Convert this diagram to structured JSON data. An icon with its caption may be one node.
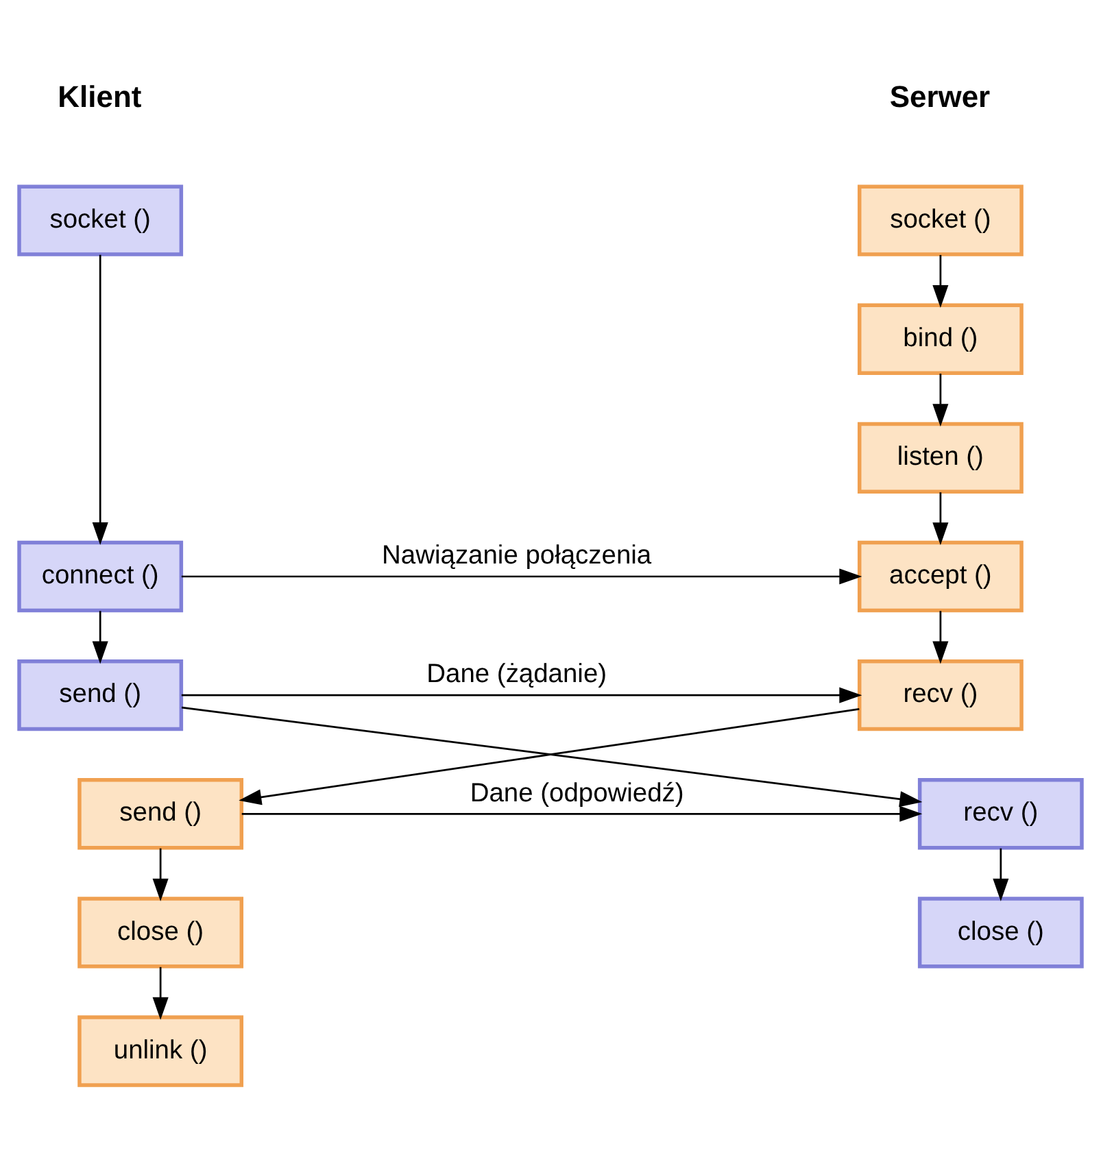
{
  "diagram": {
    "nodes": [
      {
        "text": [
          "socket ()"
        ]
      },
      {
        "text": [
          "bind ()"
        ]
      },
      {
        "text": [
          "listen ()"
        ]
      },
      {
        "text": [
          "accept ()"
        ]
      },
      {
        "text": [
          "recv ()"
        ]
      },
      {
        "text": [
          "send ()"
        ]
      },
      {
        "text": [
          "close ()"
        ]
      },
      {
        "text": [
          "unlink ()"
        ]
      },
      {
        "text": [
          "socket ()"
        ]
      },
      {
        "text": [
          "connect ()"
        ]
      },
      {
        "text": [
          "send ()"
        ]
      },
      {
        "text": [
          "recv ()"
        ]
      },
      {
        "text": [
          "close ()"
        ]
      }
    ],
    "edges": [
      {
        "from": 0,
        "to": 1,
        "arrow": "to"
      },
      {
        "from": 1,
        "to": 2,
        "arrow": "to"
      },
      {
        "from": 2,
        "to": 3,
        "arrow": "to"
      },
      {
        "from": 3,
        "to": 4,
        "arrow": "to"
      },
      {
        "from": 4,
        "to": 5,
        "arrow": "to"
      },
      {
        "from": 5,
        "to": 6,
        "arrow": "to"
      },
      {
        "from": 6,
        "to": 7,
        "arrow": "to"
      },
      {
        "from": 8,
        "to": 9,
        "arrow": "to"
      },
      {
        "from": 9,
        "to": 10,
        "arrow": "to"
      },
      {
        "from": 10,
        "to": 11,
        "arrow": "to"
      },
      {
        "from": 11,
        "to": 12,
        "arrow": "to"
      },
      {
        "from": 9,
        "to": 3,
        "arrow": "to",
        "label": "Nawiązanie połączenia"
      },
      {
        "from": 10,
        "to": 4,
        "arrow": "to",
        "label": "Dane (żądanie)"
      },
      {
        "from": 5,
        "to": 11,
        "arrow": "to",
        "label": "Dane (odpowiedź)"
      }
    ],
    "labels": [
      "Serwer",
      "Klient"
    ]
  }
}
